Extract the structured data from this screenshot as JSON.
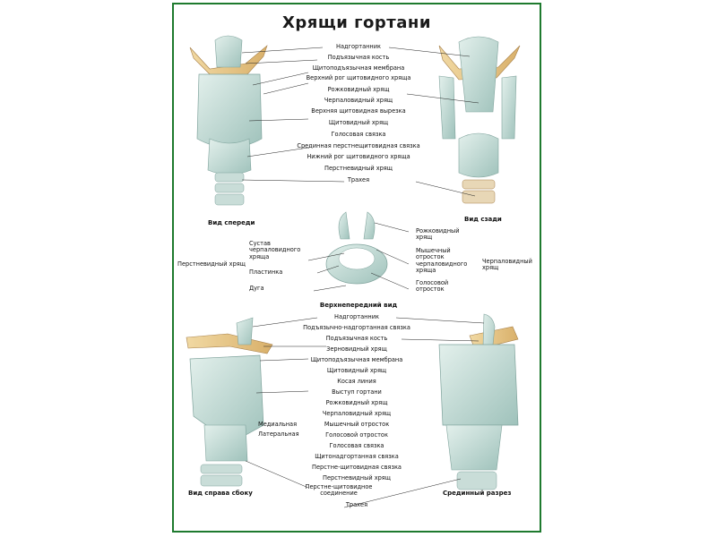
{
  "title": "Хрящи гортани",
  "captions": {
    "front": "Вид спереди",
    "back": "Вид сзади",
    "top": "Верхнепередний вид",
    "side": "Вид справа сбоку",
    "midline": "Срединный разрез"
  },
  "top_labels": [
    "Надгортанник",
    "Подъязычная кость",
    "Щитоподъязычная мембрана",
    "Верхний рог щитовидного хряща",
    "Рожковидный хрящ",
    "Черпаловидный хрящ",
    "Верхняя щитовидная вырезка",
    "Щитовидный хрящ",
    "Голосовая связка",
    "Срединная перстнещитовидная связка",
    "Нижний рог щитовидного хряща",
    "Перстневидный хрящ",
    "Трахея"
  ],
  "middle": {
    "left_group": "Перстневидный хрящ",
    "left_items": [
      "Сустав черпаловидного хряща",
      "Пластинка",
      "Дуга"
    ],
    "right_items": [
      "Рожковидный хрящ",
      "Мышечный отросток черпаловидного хряща",
      "Голосовой отросток"
    ],
    "right_group": "Черпаловидный хрящ"
  },
  "bottom_labels": [
    "Надгортанник",
    "Подъязычно-надгортанная связка",
    "Подъязычная кость",
    "Зерновидный хрящ",
    "Щитоподъязычная мембрана",
    "Щитовидный хрящ",
    "Косая линия",
    "Выступ гортани",
    "Рожковидный хрящ",
    "Черпаловидный хрящ",
    "Мышечный отросток",
    "Голосовой отросток",
    "Голосовая связка",
    "Щитонадгортанная связка",
    "Перстне-щитовидная связка",
    "Перстневидный хрящ",
    "Перстне-щитовидное соединение",
    "Трахея"
  ],
  "bottom_left": [
    "Медиальная",
    "Латеральная"
  ],
  "colors": {
    "frame": "#1e7a2e",
    "cartilage": "#cfe3df",
    "cartilage_shade": "#9fbfba",
    "bone": "#e8c98a",
    "leader": "#222222"
  }
}
